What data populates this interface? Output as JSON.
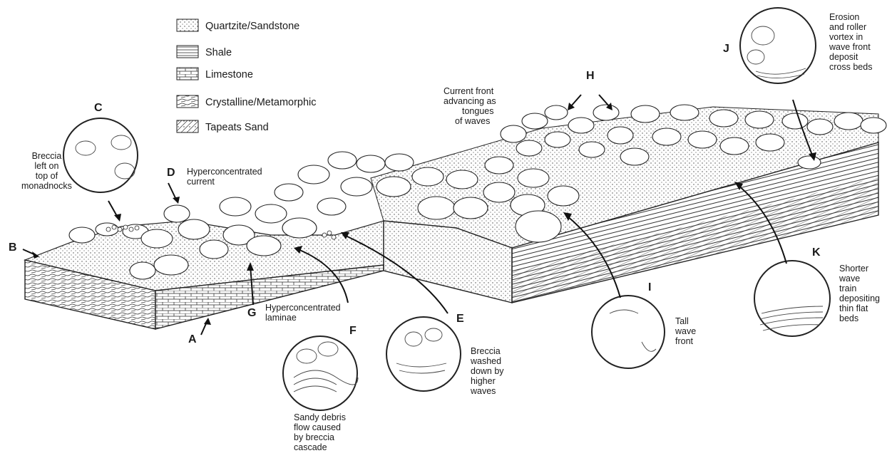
{
  "legend": [
    {
      "pattern": "quartzite-sandstone",
      "label": "Quartzite/Sandstone"
    },
    {
      "pattern": "shale",
      "label": "Shale"
    },
    {
      "pattern": "limestone",
      "label": "Limestone"
    },
    {
      "pattern": "crystalline-metamorphic",
      "label": "Crystalline/Metamorphic"
    },
    {
      "pattern": "tapeats-sand",
      "label": "Tapeats Sand"
    }
  ],
  "letters": {
    "A": "A",
    "B": "B",
    "C": "C",
    "D": "D",
    "E": "E",
    "F": "F",
    "G": "G",
    "H": "H",
    "I": "I",
    "J": "J",
    "K": "K"
  },
  "captions": {
    "c": [
      "Breccia",
      "left on",
      "top of",
      "monadnocks"
    ],
    "d": [
      "Hyperconcentrated",
      "current"
    ],
    "h": [
      "Current front",
      "advancing as",
      "tongues",
      "of waves"
    ],
    "j": [
      "Erosion",
      "and roller",
      "vortex in",
      "wave front",
      "deposit",
      "cross beds"
    ],
    "g": [
      "Hyperconcentrated",
      "laminae"
    ],
    "e": [
      "Breccia",
      "washed",
      "down by",
      "higher",
      "waves"
    ],
    "f": [
      "Sandy debris",
      "flow caused",
      "by breccia",
      "cascade"
    ],
    "i": [
      "Tall",
      "wave",
      "front"
    ],
    "k": [
      "Shorter",
      "wave",
      "train",
      "depositing",
      "thin flat",
      "beds"
    ]
  }
}
